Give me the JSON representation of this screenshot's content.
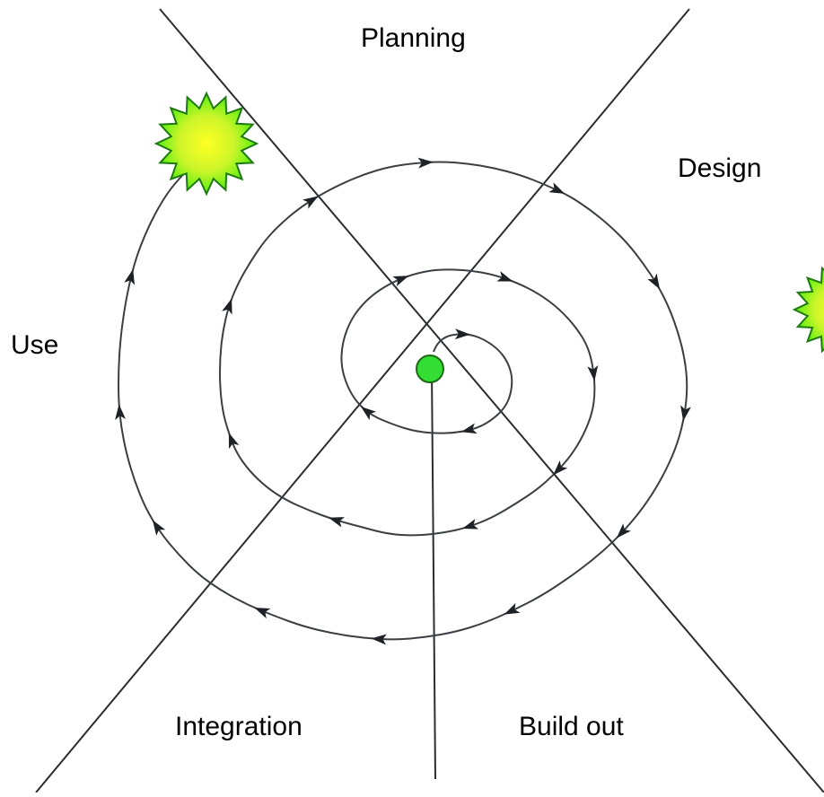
{
  "diagram": {
    "phases": {
      "planning": "Planning",
      "design": "Design",
      "use": "Use",
      "integration": "Integration",
      "build_out": "Build out"
    },
    "colors": {
      "line": "#2a2e30",
      "spiral": "#3a3f44",
      "center_dot": "#33dd33",
      "star_outer": "#55ee11",
      "star_inner": "#ffff22",
      "star_stroke": "#1f7a12"
    },
    "icons": [
      "starburst-icon",
      "center-dot-icon",
      "direction-arrow-icon"
    ]
  }
}
